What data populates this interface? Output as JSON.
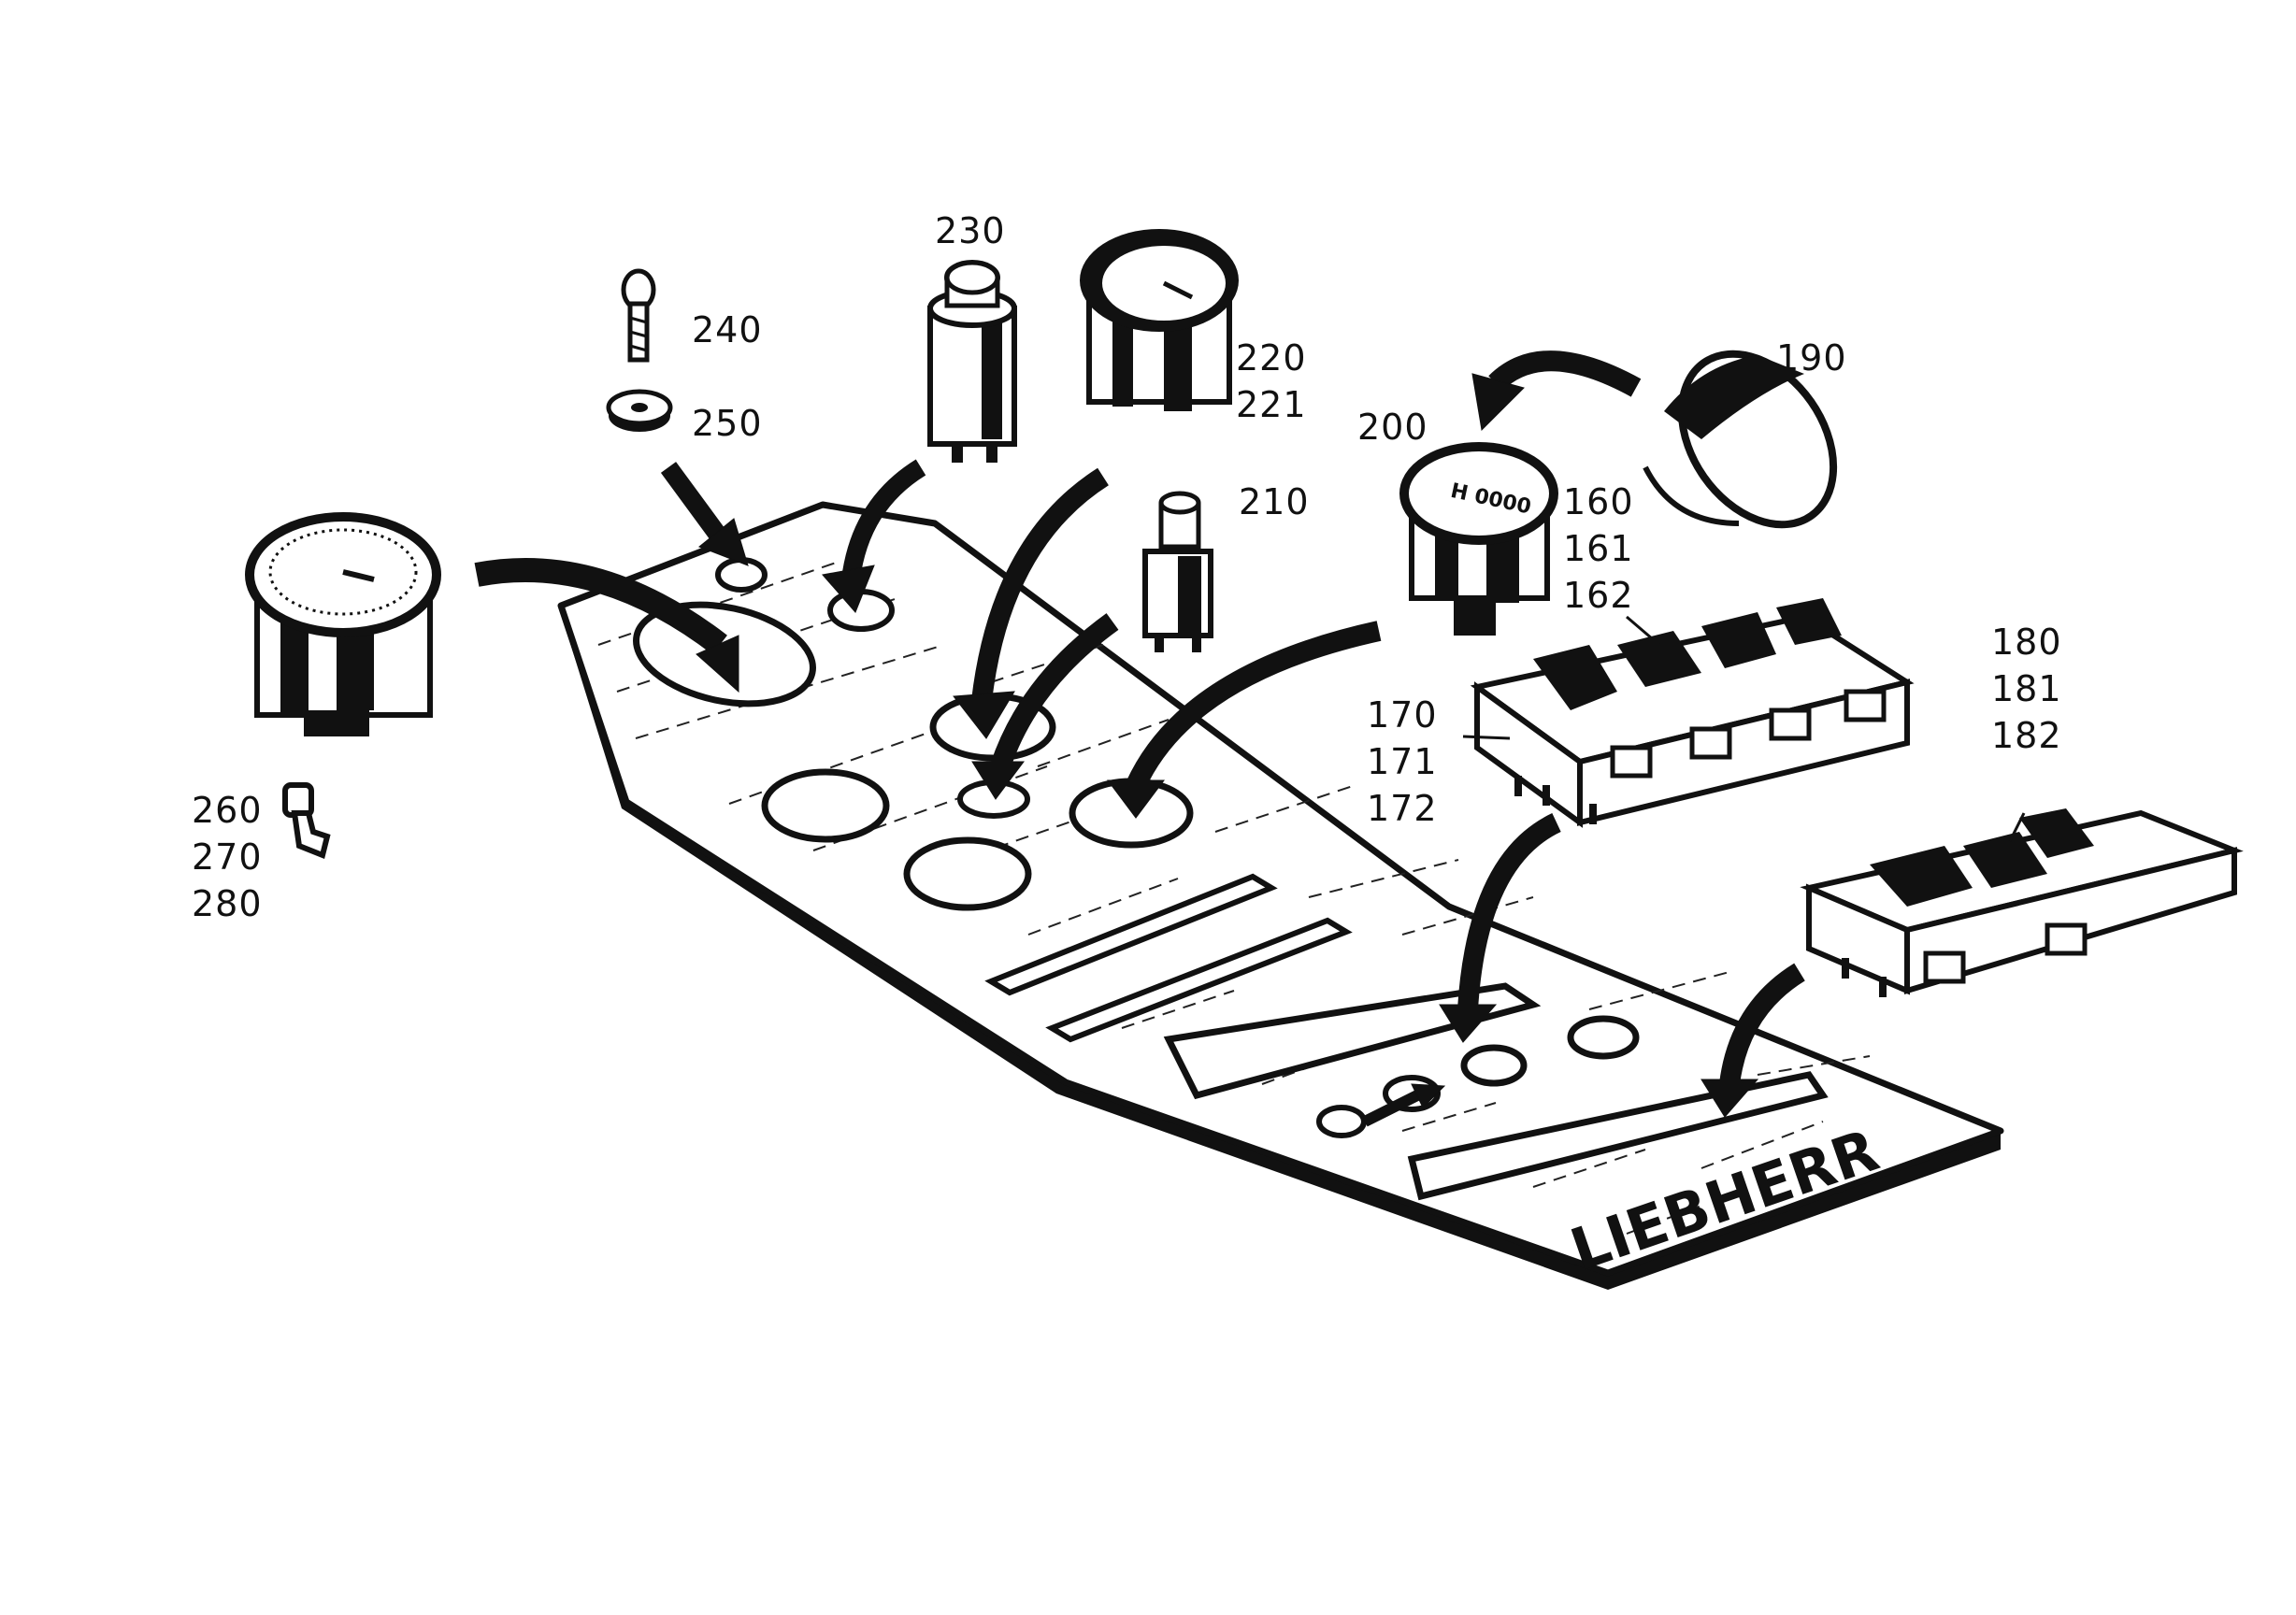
{
  "diagram": {
    "brand_text": "LIEBHERR",
    "callouts": {
      "c230": [
        "230"
      ],
      "c240": [
        "240"
      ],
      "c250": [
        "250"
      ],
      "c220": [
        "220",
        "221"
      ],
      "c210": [
        "210"
      ],
      "c190": [
        "190"
      ],
      "c200": [
        "200"
      ],
      "c160": [
        "160",
        "161",
        "162"
      ],
      "c170": [
        "170",
        "171",
        "172"
      ],
      "c180": [
        "180",
        "181",
        "182"
      ],
      "c260": [
        "260",
        "270",
        "280"
      ]
    }
  }
}
